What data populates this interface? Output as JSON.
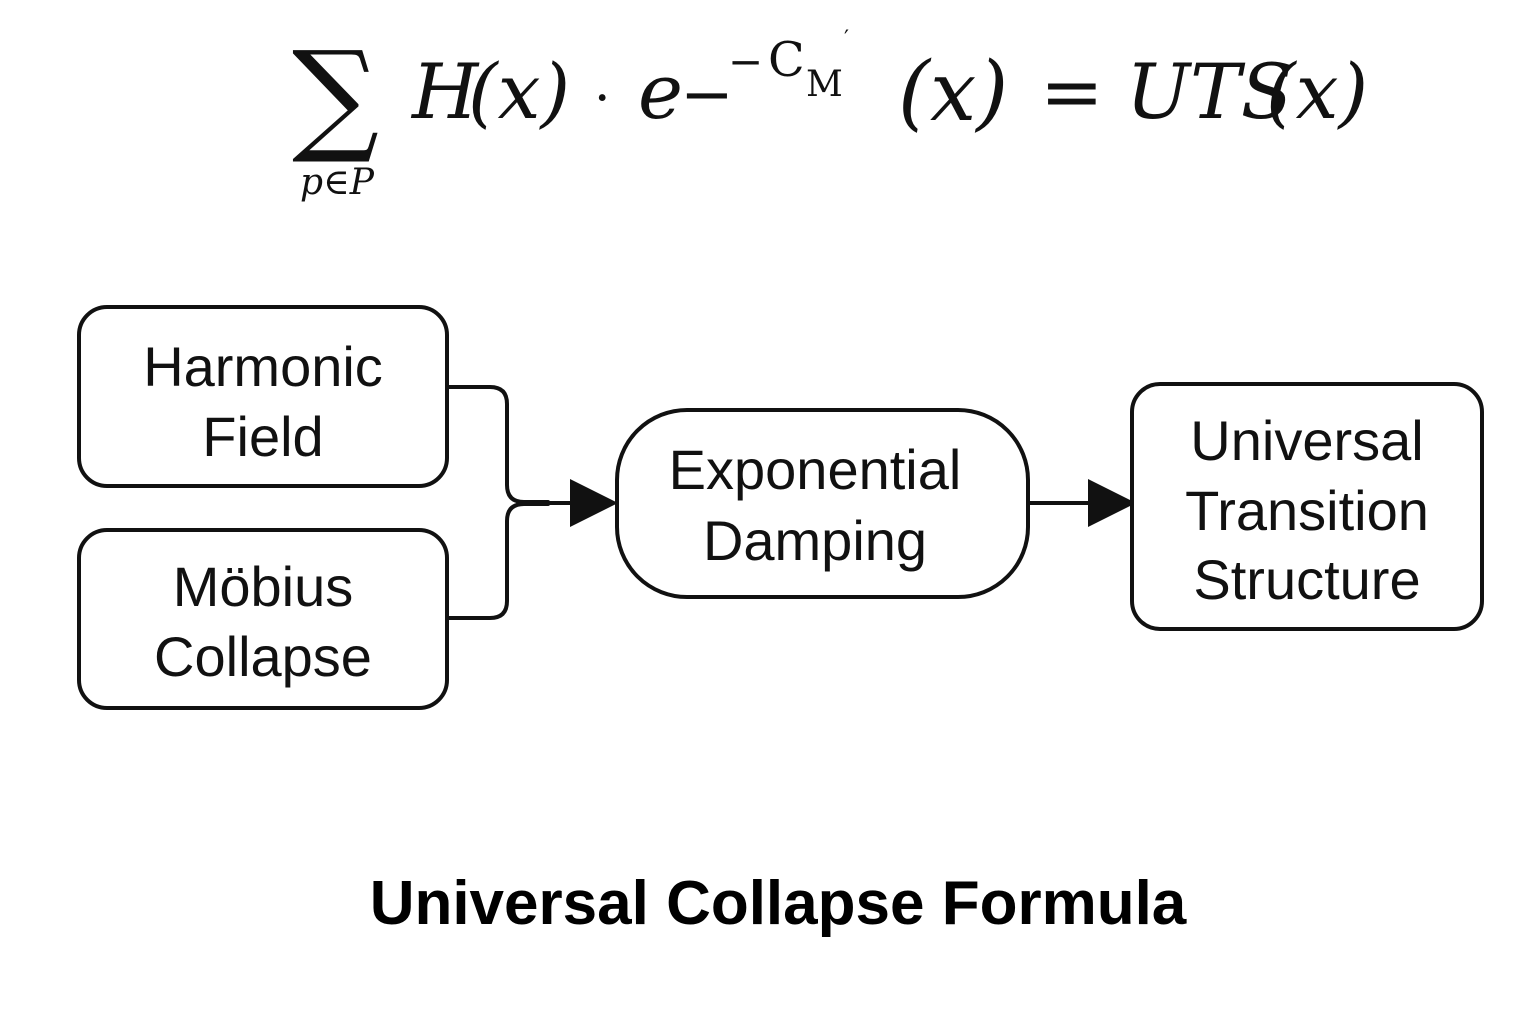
{
  "formula": {
    "sum_symbol": "∑",
    "subscript": "p∈P",
    "term_h": "H",
    "paren_x_1": "(x)",
    "dot": "·",
    "e": "e",
    "minus": "−",
    "superscript_minus": "−",
    "c": "C",
    "subscript_m": "M",
    "prime": "′",
    "paren_x_2": "(x)",
    "equals": "=",
    "uts": "UTS",
    "paren_x_3": "(x)"
  },
  "nodes": {
    "harmonic_field": {
      "line1": "Harmonic",
      "line2": "Field"
    },
    "mobius_collapse": {
      "line1": "Möbius",
      "line2": "Collapse"
    },
    "exponential_damping": {
      "line1": "Exponential",
      "line2": "Damping"
    },
    "universal_transition_structure": {
      "line1": "Universal",
      "line2": "Transition",
      "line3": "Structure"
    }
  },
  "title": "Universal Collapse Formula"
}
